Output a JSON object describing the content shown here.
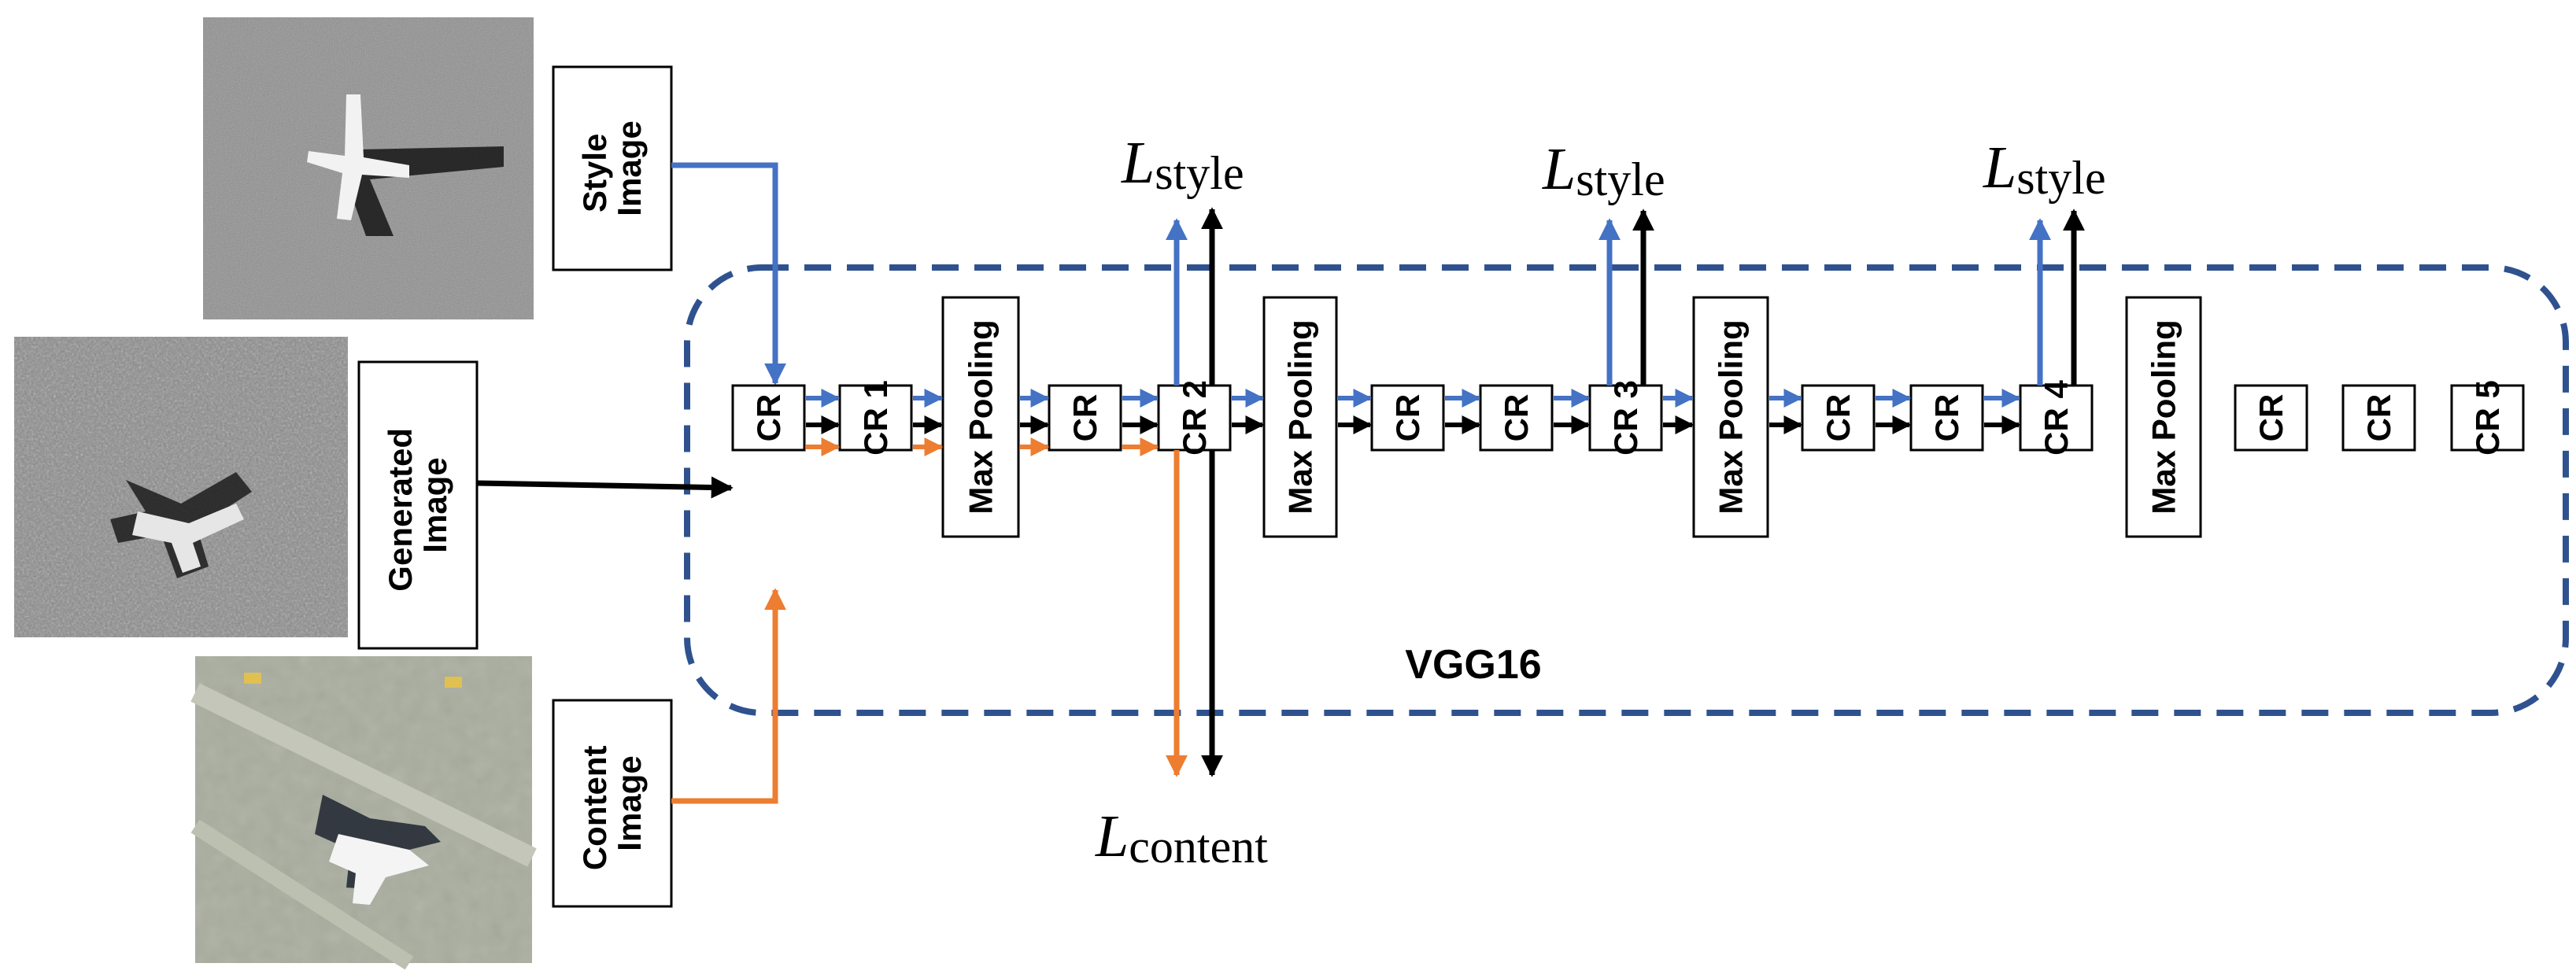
{
  "colors": {
    "style_path": "#4472C4",
    "content_path": "#ED7D31",
    "generated_path": "#000000",
    "network_border": "#2F528F"
  },
  "network": {
    "label": "VGG16",
    "layers": [
      {
        "id": "cr_a",
        "label": "CR"
      },
      {
        "id": "cr_1",
        "label": "CR 1"
      },
      {
        "id": "mp_1",
        "label": "Max Pooling"
      },
      {
        "id": "cr_b",
        "label": "CR"
      },
      {
        "id": "cr_2",
        "label": "CR 2"
      },
      {
        "id": "mp_2",
        "label": "Max Pooling"
      },
      {
        "id": "cr_c",
        "label": "CR"
      },
      {
        "id": "cr_d",
        "label": "CR"
      },
      {
        "id": "cr_3",
        "label": "CR 3"
      },
      {
        "id": "mp_3",
        "label": "Max Pooling"
      },
      {
        "id": "cr_e",
        "label": "CR"
      },
      {
        "id": "cr_f",
        "label": "CR"
      },
      {
        "id": "cr_4",
        "label": "CR 4"
      },
      {
        "id": "mp_4",
        "label": "Max Pooling"
      },
      {
        "id": "cr_g",
        "label": "CR"
      },
      {
        "id": "cr_h",
        "label": "CR"
      },
      {
        "id": "cr_5",
        "label": "CR 5"
      }
    ]
  },
  "inputs": {
    "style": [
      "Style",
      "Image"
    ],
    "generated": [
      "Generated",
      "Image"
    ],
    "content": [
      "Content",
      "Image"
    ]
  },
  "losses": {
    "style_symbol": "L",
    "style_sub": "style",
    "content_symbol": "L",
    "content_sub": "content"
  }
}
